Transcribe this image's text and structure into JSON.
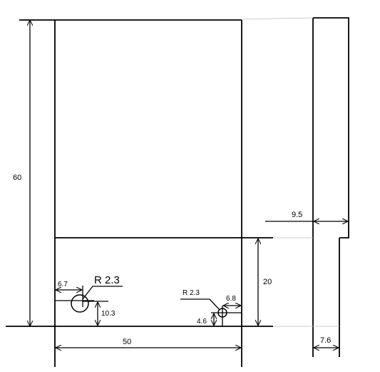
{
  "dimensions": {
    "height_total": "60",
    "width_total": "50",
    "height_lower": "20",
    "side_thickness": "9.5",
    "side_bottom_width": "7.6",
    "hole1_radius": "R 2.3",
    "hole1_x": "6.7",
    "hole1_y": "10.3",
    "hole2_radius": "R 2.3",
    "hole2_x": "6.8",
    "hole2_y": "4.6"
  },
  "colors": {
    "line": "#000000",
    "construction_line": "#bbbbbb"
  }
}
